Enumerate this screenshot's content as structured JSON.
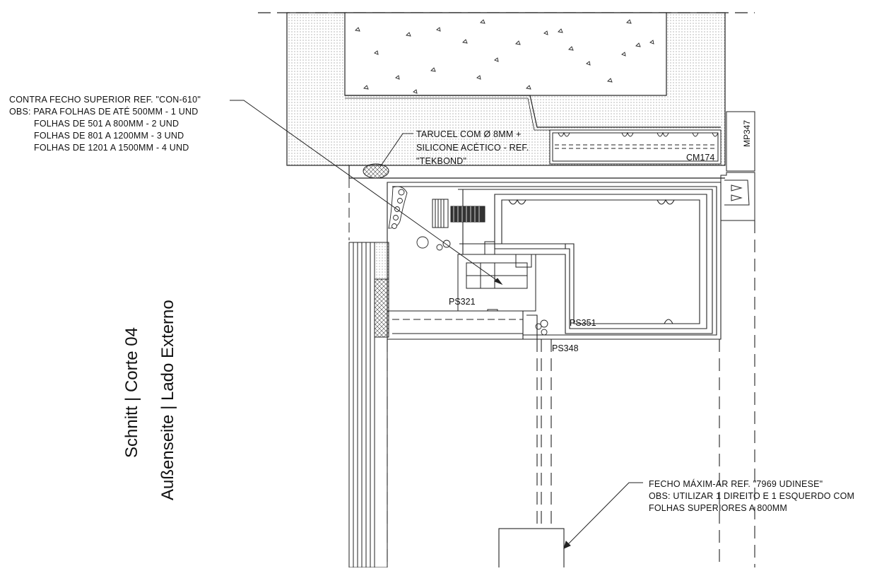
{
  "notes": {
    "contra_fecho": {
      "title": "CONTRA FECHO SUPERIOR REF. \"CON-610\"",
      "obs_prefix": "OBS: PARA FOLHAS DE ATÉ 500MM - 1 UND",
      "line2": "FOLHAS DE 501 A 800MM - 2 UND",
      "line3": "FOLHAS DE 801 A 1200MM - 3 UND",
      "line4": "FOLHAS DE 1201 A 1500MM - 4 UND"
    },
    "tarucel": {
      "line1": "TARUCEL COM Ø 8MM +",
      "line2": "SILICONE ACÉTICO - REF.",
      "line3": "\"TEKBOND\""
    },
    "fecho_maxim": {
      "line1": "FECHO MÁXIM-AR REF. \"7969 UDINESE\"",
      "line2": "OBS: UTILIZAR 1 DIREITO E 1 ESQUERDO COM",
      "line3": "FOLHAS SUPERIORES A 800MM"
    }
  },
  "profiles": {
    "cm174": "CM174",
    "mp347": "MP347",
    "ps321": "PS321",
    "ps351": "PS351",
    "ps348": "PS348"
  },
  "section_title": {
    "line1": "Schnitt | Corte 04",
    "line2": "Außenseite | Lado Externo"
  }
}
